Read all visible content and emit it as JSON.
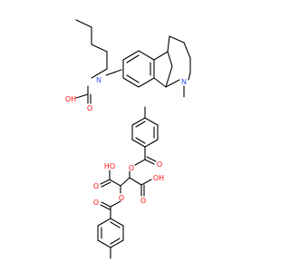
{
  "colors": {
    "bond": "#000000",
    "oxygen": "#ff0d0d",
    "nitrogen": "#3050f8",
    "background": "#ffffff"
  },
  "atom_labels": {
    "n_carbamate": "N",
    "o_hydroxyl_carbamate": "OH",
    "o_carbonyl_carbamate": "O",
    "n_ring": "N",
    "o_ester_top": "O",
    "o_carbonyl_top": "O",
    "o_ester_bottom": "O",
    "o_carbonyl_bottom": "O",
    "oh_acid_left": "HO",
    "o_acid_left": "O",
    "oh_acid_right": "OH",
    "o_acid_right": "O"
  }
}
